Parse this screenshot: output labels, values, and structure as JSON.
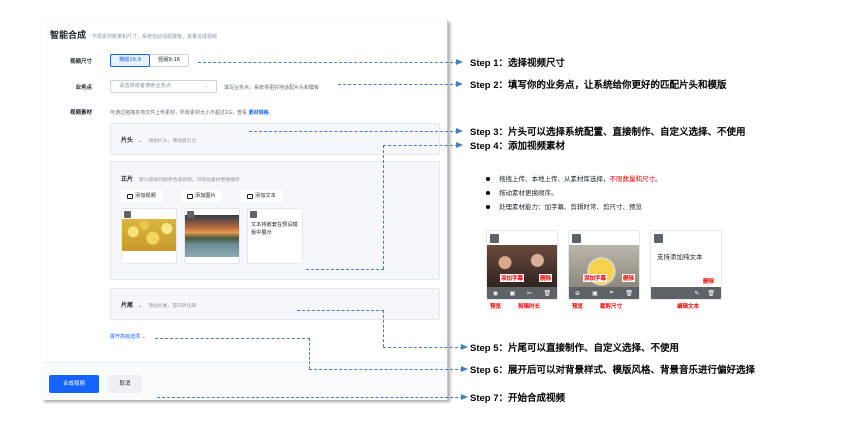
{
  "panel": {
    "title": "智能合成",
    "subtitle": "不限素材数量和尺寸，系统自动适配模板，批量合成视频",
    "video_size": {
      "label": "视频尺寸",
      "options": [
        "横版16:9",
        "竖版9:16"
      ],
      "selected": "横版16:9"
    },
    "business_point": {
      "label": "业务点",
      "placeholder": "请选择或者搜索业务点",
      "hint": "填写业务点，系统将更好地适配片头和模板"
    },
    "video_material": {
      "label": "视频素材",
      "hint": "可通过拖拽本地文件上传素材，所有素材大小不超过1G，查看",
      "link": "素材规格",
      "link_suffix": "。"
    },
    "intro": {
      "title": "片头",
      "sub": "添加片头，增强吸引力"
    },
    "main": {
      "title": "正片",
      "sub": "默认按排列顺序合成视频，可拖动素材更换顺序",
      "buttons": [
        "添加视频",
        "添加图片",
        "添加文本"
      ],
      "text_card": "文本将嵌套在预设模板中展示"
    },
    "outro": {
      "title": "片尾",
      "sub": "添加片尾，提升转化率"
    },
    "expand_label": "展开高级选项",
    "footer": {
      "submit": "合成视频",
      "cancel": "取消"
    }
  },
  "steps": [
    "Step 1：选择视频尺寸",
    "Step 2：填写你的业务点，让系统给你更好的匹配片头和模版",
    "Step 3：片头可以选择系统配置、直接制作、自定义选择、不使用",
    "Step 4：添加视频素材",
    "Step 5：片尾可以直接制作、自定义选择、不使用",
    "Step 6：展开后可以对背景样式、模版风格、背景音乐进行偏好选择",
    "Step 7：开始合成视频"
  ],
  "step4_bullets": {
    "b1_prefix": "拖拽上传、本地上传、从素材库选择，",
    "b1_red": "不限数量和尺寸",
    "b1_suffix": "。",
    "b2": "拖动素材更换顺序。",
    "b3": "处理素材能力：加字幕、剪辑时常、剪尺寸、预览"
  },
  "examples": {
    "text_card": "支持添加纯文本",
    "annotations": {
      "add_subtitle": "添加字幕",
      "delete": "删除",
      "preview": "预览",
      "trim": "剪辑时长",
      "crop": "截剪尺寸",
      "edit_text": "编辑文本"
    }
  },
  "colors": {
    "primary": "#1664ff",
    "annotation": "#ff0000",
    "connector": "#4a7cc0"
  }
}
